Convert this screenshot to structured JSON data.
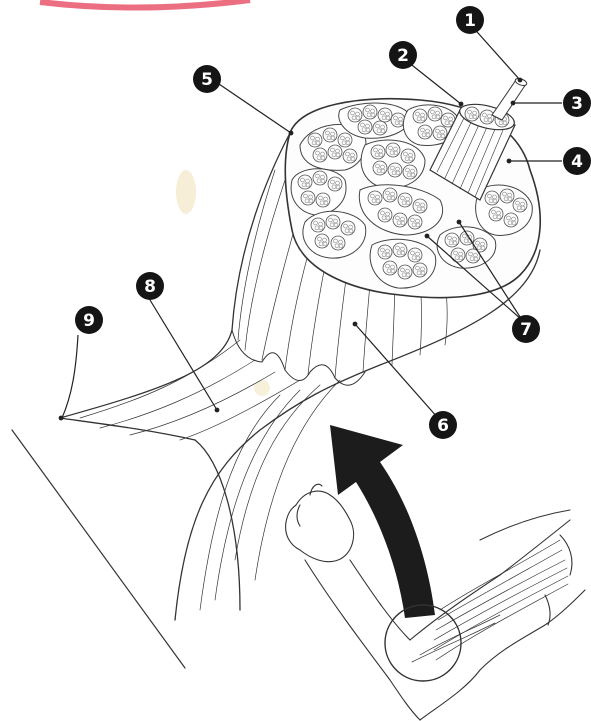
{
  "labels": {
    "n1": "1",
    "n2": "2",
    "n3": "3",
    "n4": "4",
    "n5": "5",
    "n6": "6",
    "n7": "7",
    "n8": "8",
    "n9": "9"
  },
  "colors": {
    "ink": "#333333",
    "badge": "#151515",
    "pink": "#e8566a",
    "arrow": "#1c1c1c",
    "yellow": "#f2e7c4"
  }
}
